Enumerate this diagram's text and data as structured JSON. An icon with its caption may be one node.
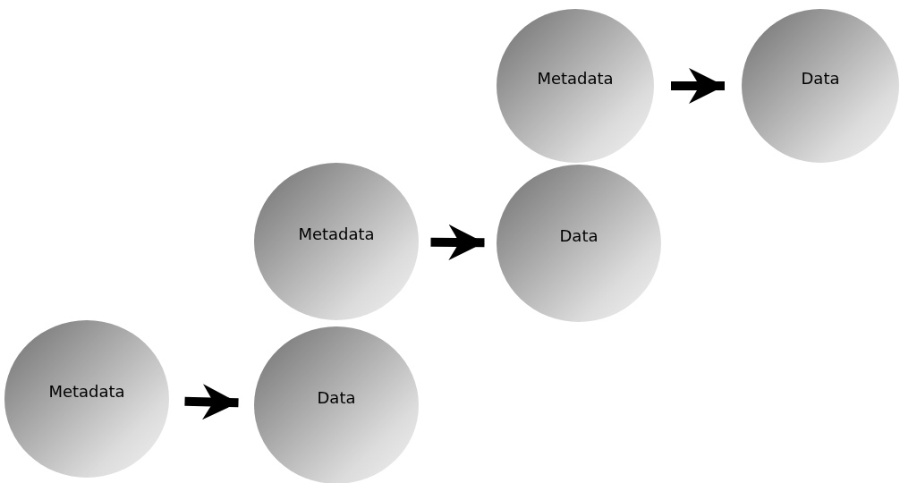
{
  "diagram": {
    "nodes": [
      {
        "text": [
          "Metadata"
        ]
      },
      {
        "text": [
          "Data"
        ]
      },
      {
        "text": [
          "Metadata"
        ]
      },
      {
        "text": [
          "Data"
        ]
      },
      {
        "text": [
          "Metadata"
        ]
      },
      {
        "text": [
          "Data"
        ]
      }
    ],
    "edges": [
      {
        "from": 0,
        "to": 1,
        "arrow": "to"
      },
      {
        "from": 2,
        "to": 3,
        "arrow": "to"
      },
      {
        "from": 4,
        "to": 5,
        "arrow": "to"
      }
    ]
  }
}
